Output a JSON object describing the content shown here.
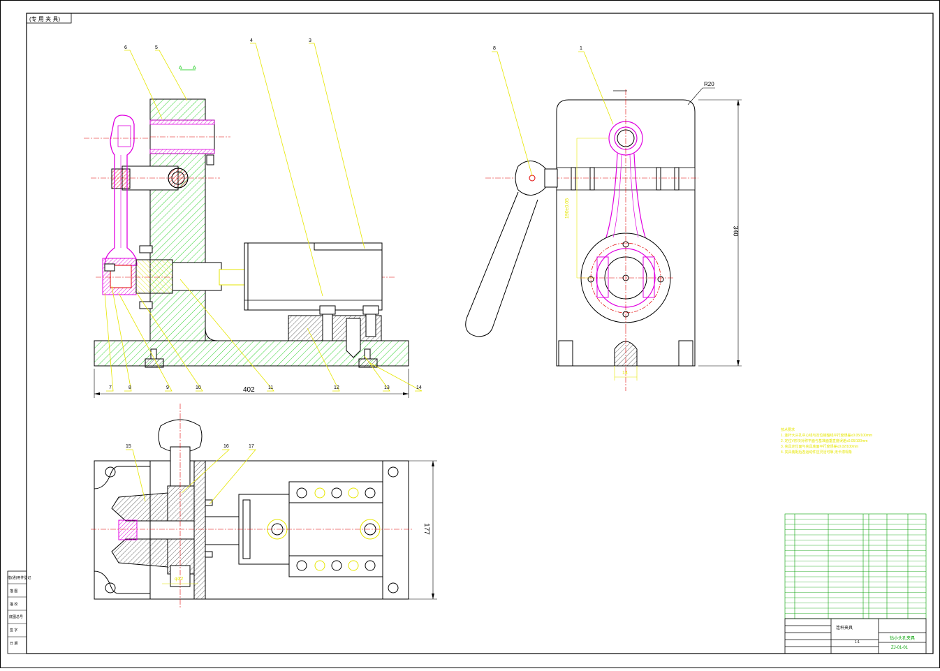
{
  "sheet": {
    "drawing_title_box": "(专 用 夹 具)",
    "dimensions": {
      "base_length": "402",
      "overall_height": "340",
      "plan_width": "177",
      "radius": "R20",
      "rod_center_distance": "190±0.05",
      "pin_dia": "φ32",
      "slot_width": "14"
    },
    "balloons": {
      "front_view": [
        "6",
        "5",
        "4",
        "3",
        "7",
        "8",
        "9",
        "10",
        "11",
        "12",
        "13",
        "14"
      ],
      "side_view": [
        "8",
        "1"
      ],
      "plan_view": [
        "15",
        "16",
        "17"
      ]
    },
    "section_marks": [
      "A",
      "A"
    ],
    "tech_notes_title": "技术要求",
    "tech_notes": [
      "1. 连杆大头孔中心线与定位销轴线平行度误差≤0.05/100mm",
      "2. 定位V形块对称平面与基准面垂直度误差≤0.05/100mm",
      "3. 夹具定位面与夹具底面平行度误差≤0.02/100mm",
      "4. 夹具装配后各运动件应灵活可靠,无卡滞现象"
    ],
    "title_block": {
      "drawing_name": "连杆夹具",
      "part_title": "钻小头孔夹具",
      "drawing_number": "ZJ-01-01",
      "scale": "1:1"
    },
    "left_strip": [
      "借(通)用件登记",
      "描 图",
      "描 校",
      "底图总号",
      "签 字",
      "日 期"
    ]
  },
  "colors": {
    "outline": "#000000",
    "hatch": "#00c800",
    "leader": "#e6e600",
    "part": "#e000e0",
    "center": "#e00000",
    "table": "#00a000"
  }
}
